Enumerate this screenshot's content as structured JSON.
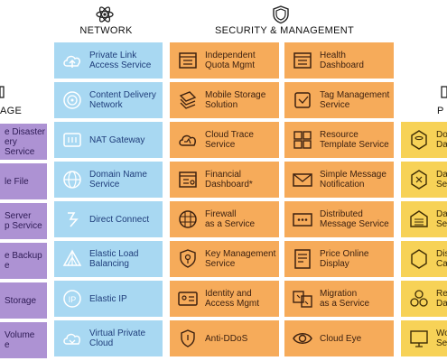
{
  "headers": {
    "network": "NETWORK",
    "security": "SECURITY & MANAGEMENT",
    "storage_partial": "AGE",
    "right_partial": "P"
  },
  "storage_column": [
    "e Disaster\nery Service",
    "le File\n",
    "Server\np Service",
    "e Backup\ne",
    "Storage",
    "Volume\ne"
  ],
  "network_column": [
    "Private Link\nAccess Service",
    "Content Delivery\nNetwork",
    "NAT Gateway",
    "Domain Name\nService",
    "Direct Connect",
    "Elastic Load\nBalancing",
    "Elastic IP",
    "Virtual Private\nCloud"
  ],
  "security_col1": [
    "Independent\nQuota Mgmt",
    "Mobile Storage\nSolution",
    "Cloud Trace\nService",
    "Financial\nDashboard*",
    "Firewall\nas a Service",
    "Key Management\nService",
    "Identity and\nAccess Mgmt",
    "Anti-DDoS"
  ],
  "security_col2": [
    "Health\nDashboard",
    "Tag Management\nService",
    "Resource\nTemplate Service",
    "Simple Message\nNotification",
    "Distributed\nMessage Service",
    "Price Online\nDisplay",
    "Migration\nas a Service",
    "Cloud Eye"
  ],
  "right_column": [
    "Do\nDa",
    "Da\nSe",
    "Da\nSe",
    "Dis\nCa",
    "Re\nDa",
    "Wo\nSe"
  ],
  "colors": {
    "network": "#a8d8f2",
    "storage": "#ad92d3",
    "security": "#f6ab5a",
    "right": "#f7d257"
  }
}
